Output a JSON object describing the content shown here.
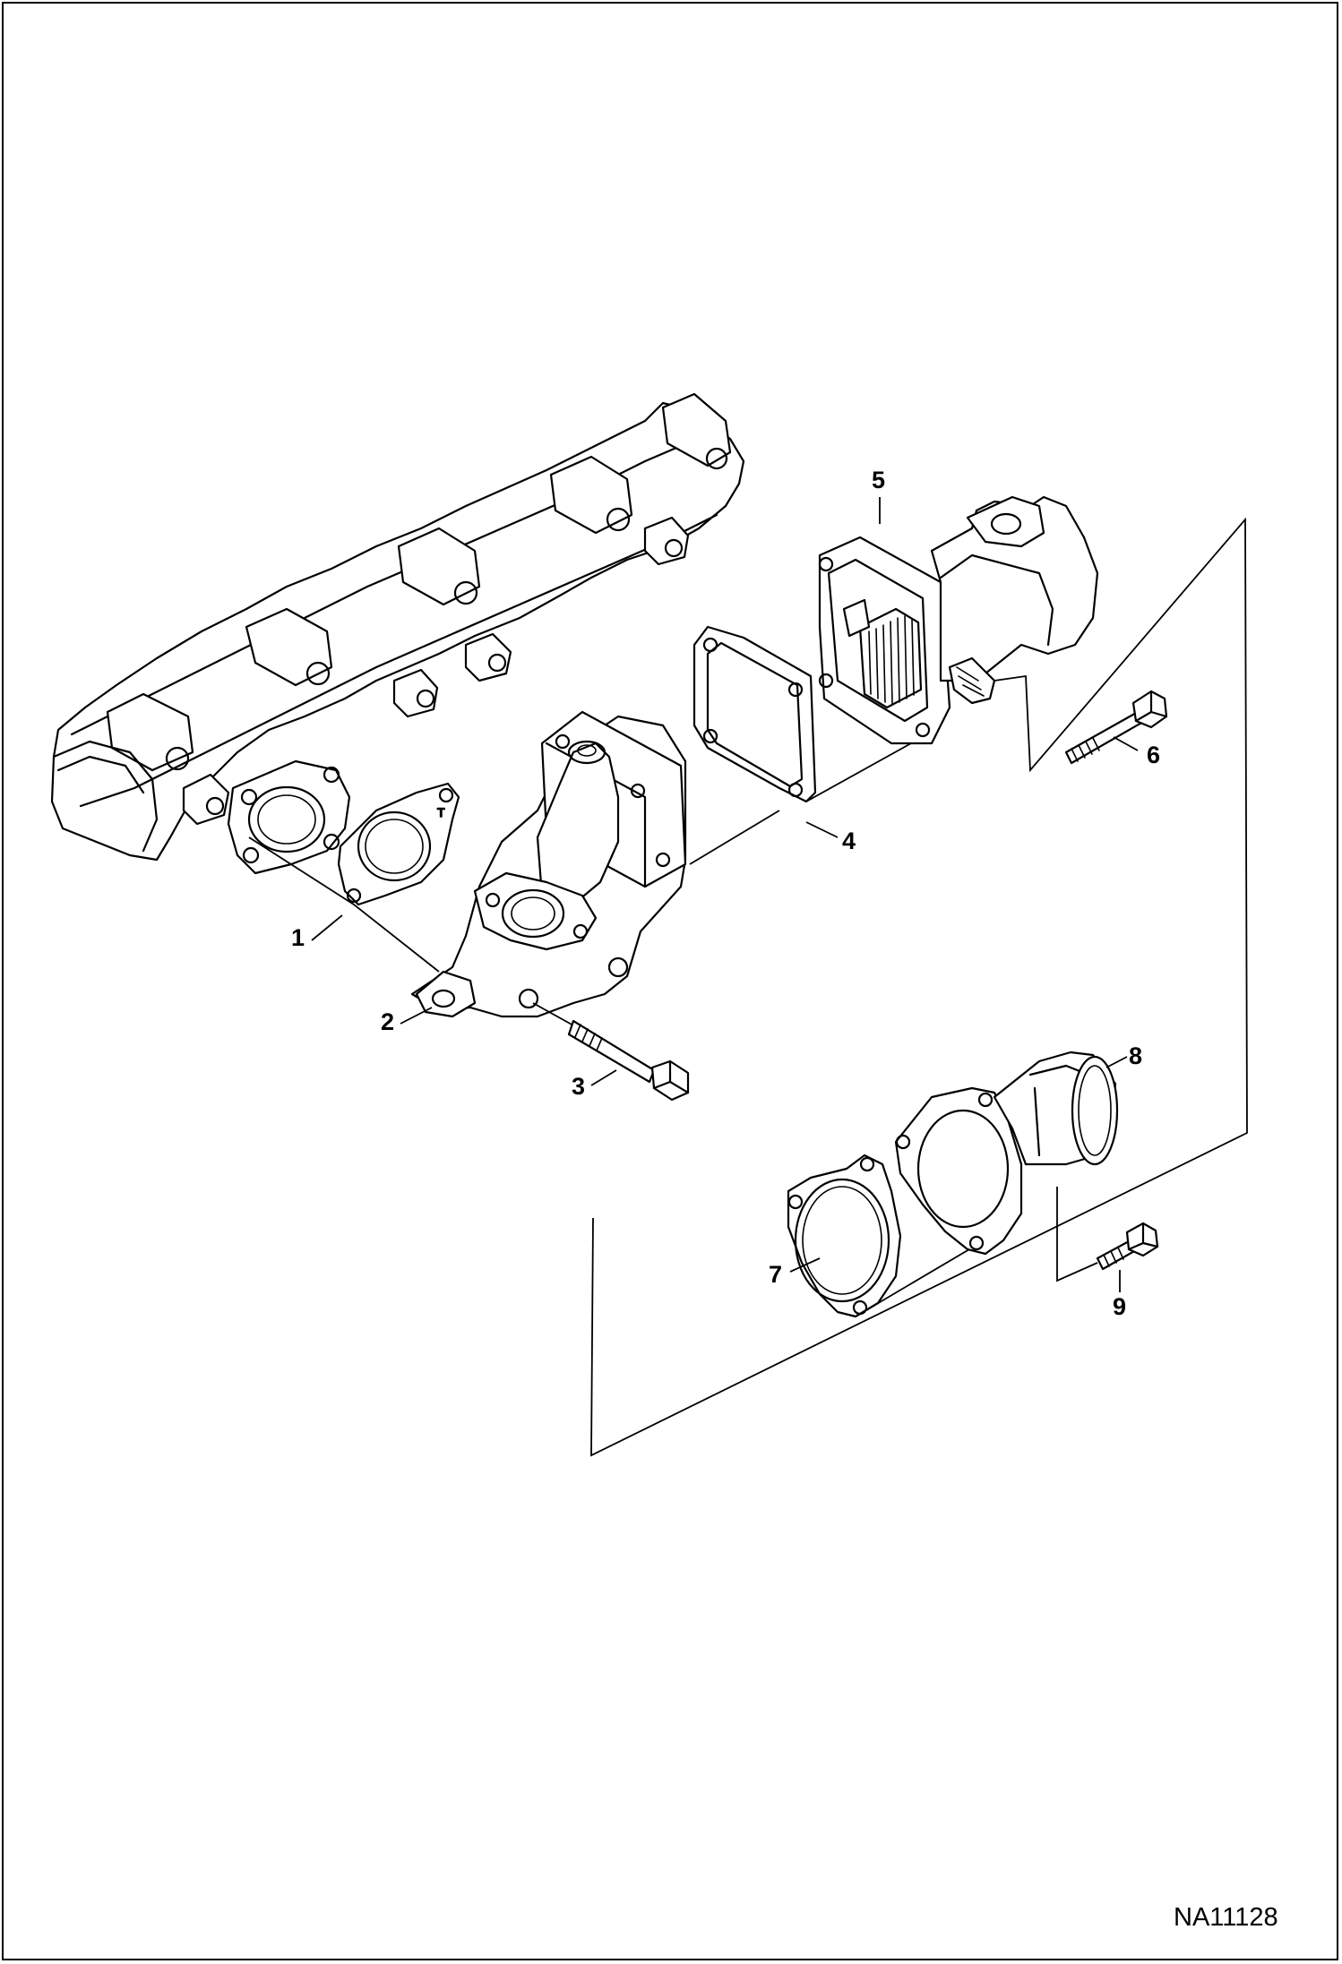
{
  "figure": {
    "id_label": "NA11128",
    "callouts": [
      {
        "key": "1",
        "label": "1"
      },
      {
        "key": "2",
        "label": "2"
      },
      {
        "key": "3",
        "label": "3"
      },
      {
        "key": "4",
        "label": "4"
      },
      {
        "key": "5",
        "label": "5"
      },
      {
        "key": "6",
        "label": "6"
      },
      {
        "key": "7",
        "label": "7"
      },
      {
        "key": "8",
        "label": "8"
      },
      {
        "key": "9",
        "label": "9"
      }
    ]
  }
}
